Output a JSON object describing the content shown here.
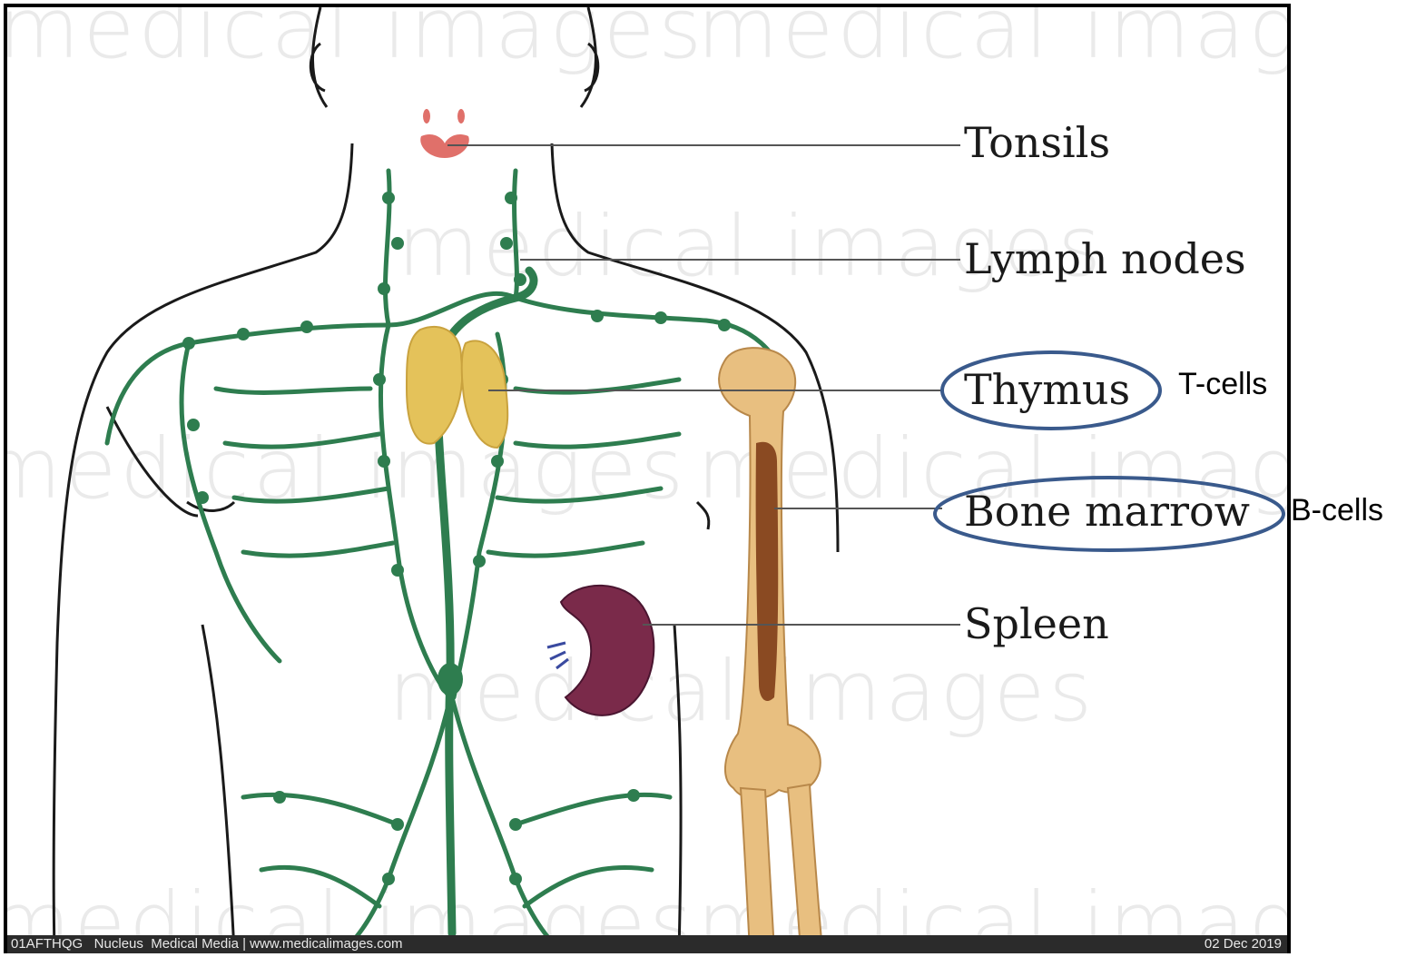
{
  "labels": {
    "tonsils": "Tonsils",
    "lymph_nodes": "Lymph nodes",
    "thymus": "Thymus",
    "bone_marrow": "Bone marrow",
    "spleen": "Spleen"
  },
  "annotations": {
    "t_cells": "T-cells",
    "b_cells": "B-cells"
  },
  "watermark": {
    "text": "medical images"
  },
  "footer": {
    "left": "01AFTHQG   Nucleus  Medical Media | www.medicalimages.com",
    "right": "02 Dec 2019"
  },
  "colors": {
    "lymph": "#2e7d4f",
    "thymus": "#e4c25a",
    "bone": "#e8bf80",
    "spleen": "#7a2a4a",
    "tonsils": "#e0706a",
    "circle": "#3a5a8c"
  }
}
